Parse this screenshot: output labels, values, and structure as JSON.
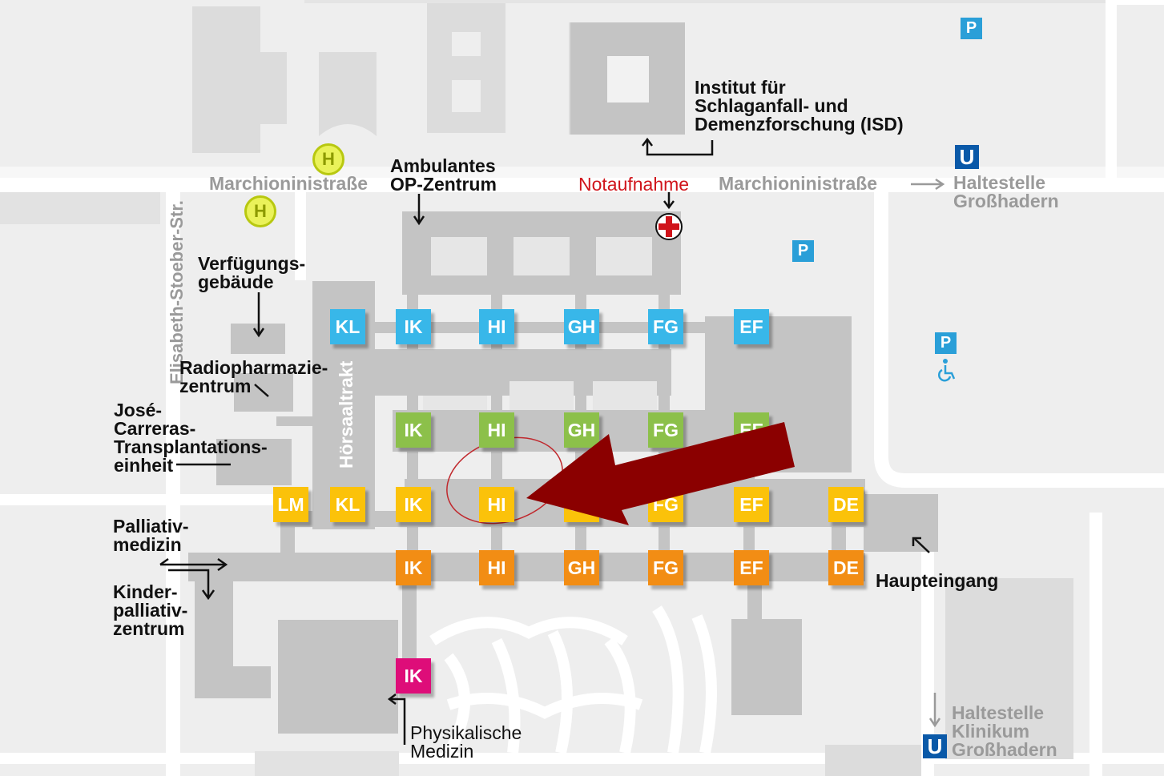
{
  "map": {
    "tags": {
      "blue_row": [
        "KL",
        "IK",
        "HI",
        "GH",
        "FG",
        "EF"
      ],
      "green_row": [
        "IK",
        "HI",
        "GH",
        "FG",
        "EF"
      ],
      "yellow_row": [
        "LM",
        "KL",
        "IK",
        "HI",
        "GH",
        "FG",
        "EF",
        "DE"
      ],
      "orange_row": [
        "IK",
        "HI",
        "GH",
        "FG",
        "EF",
        "DE"
      ],
      "magenta": "IK"
    },
    "labels": {
      "isd": "Institut für\nSchlaganfall- und\nDemenzforschung (ISD)",
      "ambulant": "Ambulantes\nOP-Zentrum",
      "notaufnahme": "Notaufnahme",
      "street_top_left": "Marchioninistraße",
      "street_top_right": "Marchioninistraße",
      "haltestelle_grosshadern": "Haltestelle\nGroßhadern",
      "verfuegung": "Verfügungs-\ngebäude",
      "street_vertical": "Elisabeth-Stoeber-Str.",
      "radiopharmazie": "Radiopharmazie-\nzentrum",
      "hoersaal": "Hörsaaltrakt",
      "jose": "José-\nCarreras-\nTransplantations-\neinheit",
      "palliativ": "Palliativ-\nmedizin",
      "kinderpalliativ": "Kinder-\npalliativ-\nzentrum",
      "haupteingang": "Haupteingang",
      "physikalische": "Physikalische\nMedizin",
      "haltestelle_klinikum": "Haltestelle\nKlinikum\nGroßhadern"
    },
    "icons": {
      "parking": "P",
      "subway": "U",
      "bus": "H"
    },
    "colors": {
      "blue": "#38b7e9",
      "green": "#8cc04a",
      "yellow": "#fbc20a",
      "orange": "#f28d14",
      "magenta": "#de0d79",
      "arrow": "#8b0000",
      "emergency": "#d0141b",
      "parking": "#2a9fd8",
      "subway": "#0a59a8"
    }
  }
}
